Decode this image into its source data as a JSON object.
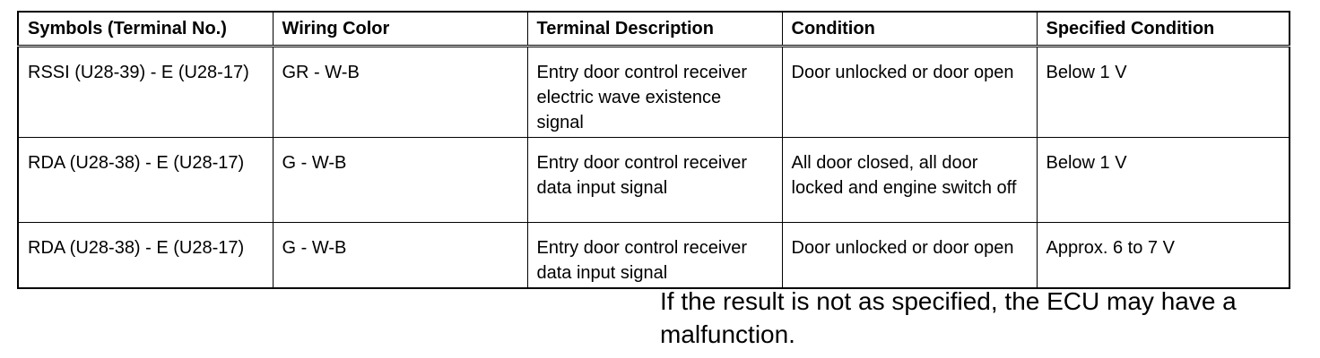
{
  "table": {
    "headers": [
      "Symbols (Terminal No.)",
      "Wiring Color",
      "Terminal Description",
      "Condition",
      "Specified Condition"
    ],
    "rows": [
      {
        "symbol": "RSSI (U28-39) - E (U28-17)",
        "wiring": "GR - W-B",
        "description": "Entry door control receiver electric wave existence signal",
        "condition": "Door unlocked or door open",
        "specified": "Below 1 V"
      },
      {
        "symbol": "RDA (U28-38) - E (U28-17)",
        "wiring": "G - W-B",
        "description": "Entry door control receiver data input signal",
        "condition": "All door closed, all door locked and engine switch off",
        "specified": "Below 1 V"
      },
      {
        "symbol": "RDA (U28-38) - E (U28-17)",
        "wiring": "G - W-B",
        "description": "Entry door control receiver data input signal",
        "condition": "Door unlocked or door open",
        "specified": "Approx. 6 to 7 V"
      }
    ]
  },
  "note": "If the result is not as specified, the ECU may have a malfunction."
}
